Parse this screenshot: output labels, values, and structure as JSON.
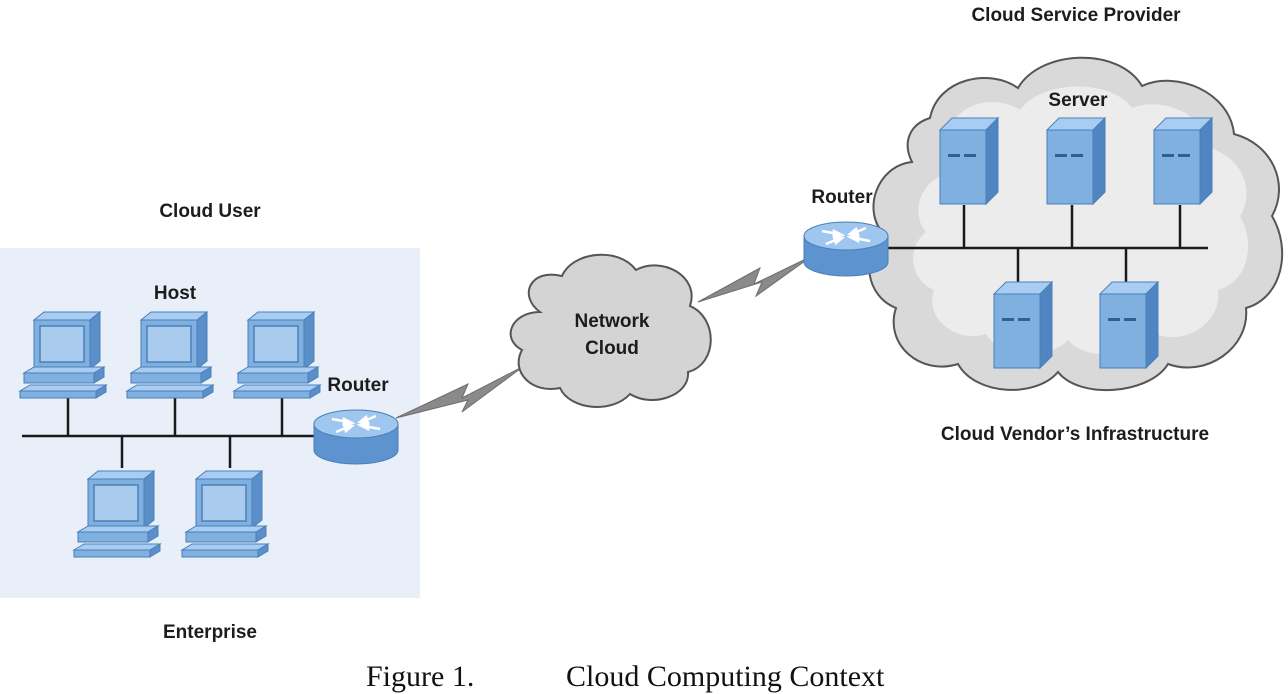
{
  "labels": {
    "cloud_user": "Cloud User",
    "host": "Host",
    "router_left": "Router",
    "enterprise": "Enterprise",
    "network_cloud_line1": "Network",
    "network_cloud_line2": "Cloud",
    "router_right": "Router",
    "cloud_service_provider": "Cloud Service Provider",
    "server": "Server",
    "cloud_vendor_infrastructure": "Cloud Vendor’s Infrastructure"
  },
  "caption": {
    "number": "Figure 1.",
    "title": "Cloud Computing Context"
  },
  "colors": {
    "device_blue": "#7fb0e0",
    "device_blue_dark": "#4a7fb8",
    "enterprise_bg": "#e8eff8",
    "cloud_fill": "#d4d4d4",
    "link_gray": "#8a8a8a"
  },
  "icons": {
    "host": "computer-icon",
    "router": "router-icon",
    "server": "server-icon",
    "network": "cloud-icon"
  }
}
